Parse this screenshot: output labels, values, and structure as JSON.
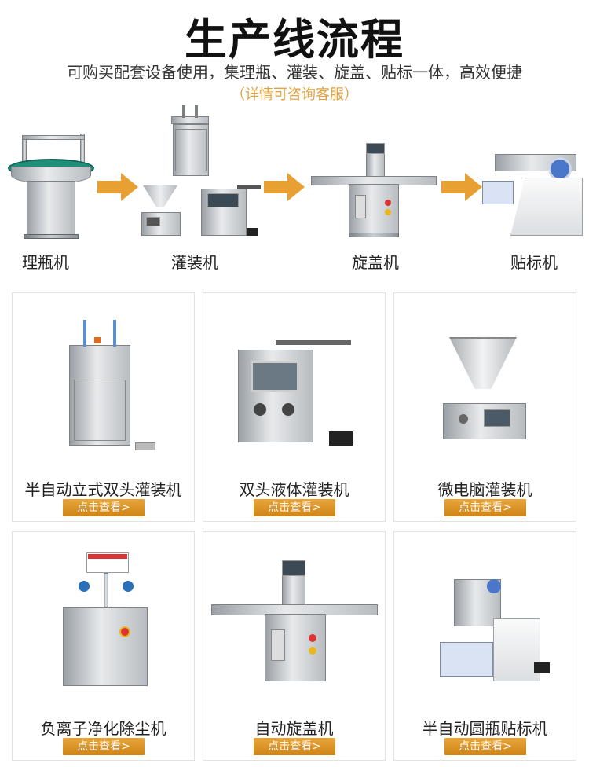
{
  "header": {
    "title": "生产线流程",
    "subtitle": "可购买配套设备使用，集理瓶、灌装、旋盖、贴标一体，高效便捷",
    "note": "（详情可咨询客服）"
  },
  "flow": {
    "stages": [
      {
        "label": "理瓶机"
      },
      {
        "label": "灌装机"
      },
      {
        "label": "旋盖机"
      },
      {
        "label": "贴标机"
      }
    ],
    "arrow_color": "#e8a032"
  },
  "products": [
    {
      "name": "半自动立式双头灌装机",
      "button": "点击查看>"
    },
    {
      "name": "双头液体灌装机",
      "button": "点击查看>"
    },
    {
      "name": "微电脑灌装机",
      "button": "点击查看>"
    },
    {
      "name": "负离子净化除尘机",
      "button": "点击查看>"
    },
    {
      "name": "自动旋盖机",
      "button": "点击查看>"
    },
    {
      "name": "半自动圆瓶贴标机",
      "button": "点击查看>"
    }
  ],
  "colors": {
    "accent": "#e8a032",
    "button": "#d98c1f",
    "note": "#e3a23b"
  }
}
